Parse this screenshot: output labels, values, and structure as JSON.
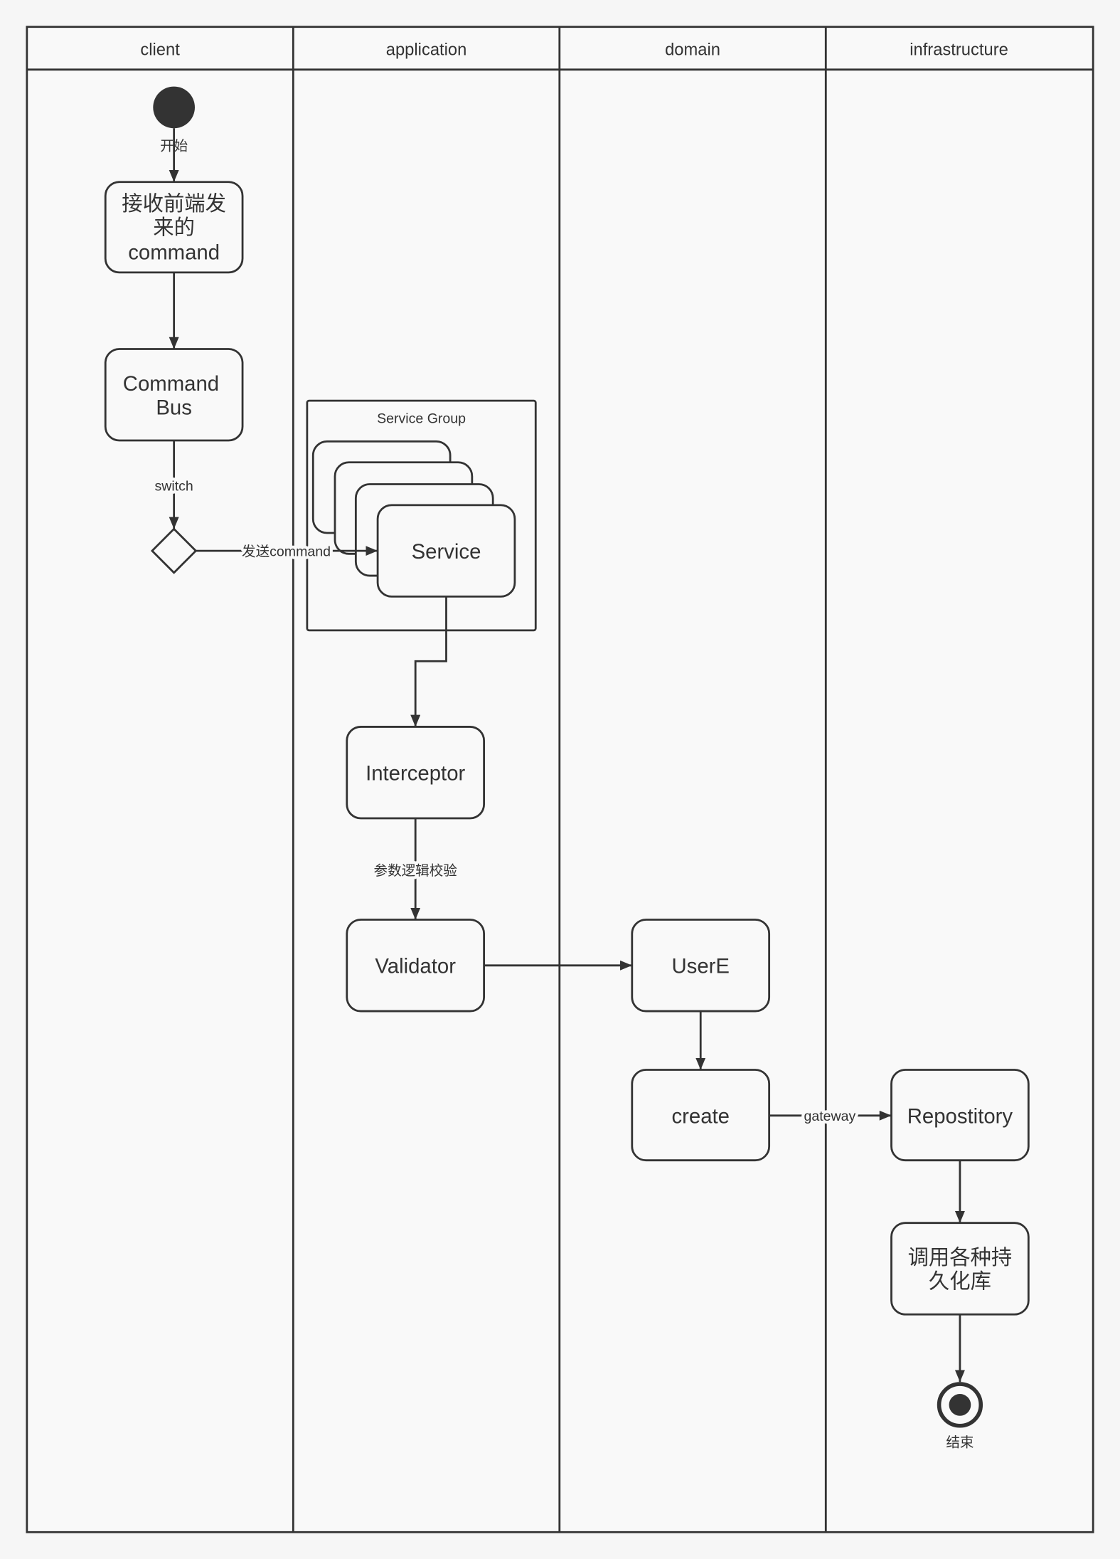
{
  "lanes": {
    "client": "client",
    "application": "application",
    "domain": "domain",
    "infrastructure": "infrastructure"
  },
  "start": {
    "label": "开始"
  },
  "activities": {
    "receive_command": {
      "lines": [
        "接收前端发",
        "来的",
        "command"
      ]
    },
    "command_bus": {
      "lines": [
        "Command",
        "Bus"
      ]
    },
    "service": {
      "label": "Service"
    },
    "interceptor": {
      "label": "Interceptor"
    },
    "validator": {
      "label": "Validator"
    },
    "user_entity": {
      "label": "UserE"
    },
    "create": {
      "label": "create"
    },
    "repository": {
      "label": "Repostitory"
    },
    "persistence": {
      "lines": [
        "调用各种持",
        "久化库"
      ]
    }
  },
  "service_group": {
    "label": "Service Group"
  },
  "edges": {
    "switch": "switch",
    "send_command": "发送command",
    "param_check": "参数逻辑校验",
    "gateway": "gateway"
  },
  "end": {
    "label": "结束"
  }
}
